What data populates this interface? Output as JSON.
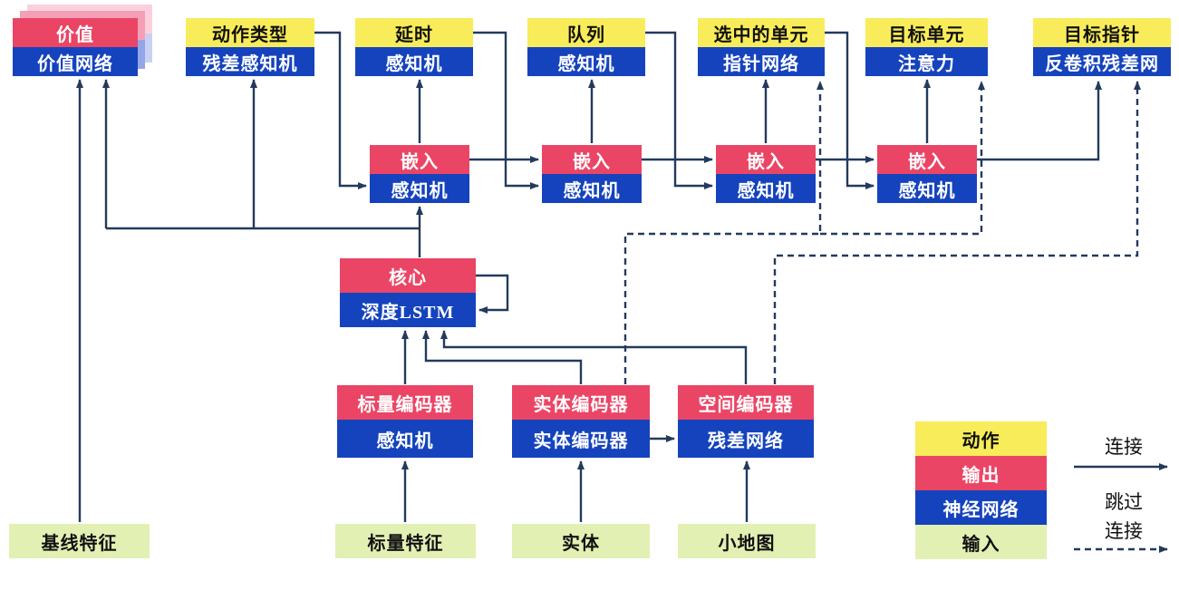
{
  "colors": {
    "action_yellow": "#f8ec5a",
    "output_pink": "#ea4565",
    "network_blue": "#1543bd",
    "input_green": "#e3f0b3",
    "wire_navy": "#233a5e"
  },
  "nodes": {
    "value": {
      "output": "价值",
      "network": "价值网络"
    },
    "action_type": {
      "action": "动作类型",
      "network": "残差感知机"
    },
    "delay": {
      "action": "延时",
      "network": "感知机"
    },
    "queue": {
      "action": "队列",
      "network": "感知机"
    },
    "selected_units": {
      "action": "选中的单元",
      "network": "指针网络"
    },
    "target_unit": {
      "action": "目标单元",
      "network": "注意力"
    },
    "target_point": {
      "action": "目标指针",
      "network": "反卷积残差网"
    },
    "core": {
      "output": "核心",
      "network": "深度LSTM"
    },
    "scalar_encoder": {
      "output": "标量编码器",
      "network": "感知机"
    },
    "entity_encoder": {
      "output": "实体编码器",
      "network": "实体编码器"
    },
    "spatial_encoder": {
      "output": "空间编码器",
      "network": "残差网络"
    }
  },
  "embeddings": [
    {
      "output": "嵌入",
      "network": "感知机"
    },
    {
      "output": "嵌入",
      "network": "感知机"
    },
    {
      "output": "嵌入",
      "network": "感知机"
    },
    {
      "output": "嵌入",
      "network": "感知机"
    }
  ],
  "inputs": {
    "baseline": "基线特征",
    "scalar": "标量特征",
    "entities": "实体",
    "minimap": "小地图"
  },
  "legend": {
    "items": [
      {
        "label": "动作",
        "color": "#f8ec5a"
      },
      {
        "label": "输出",
        "color": "#ea4565"
      },
      {
        "label": "神经网络",
        "color": "#1543bd"
      },
      {
        "label": "输入",
        "color": "#e3f0b3"
      }
    ],
    "connection": "连接",
    "skip_line1": "跳过",
    "skip_line2": "连接"
  }
}
